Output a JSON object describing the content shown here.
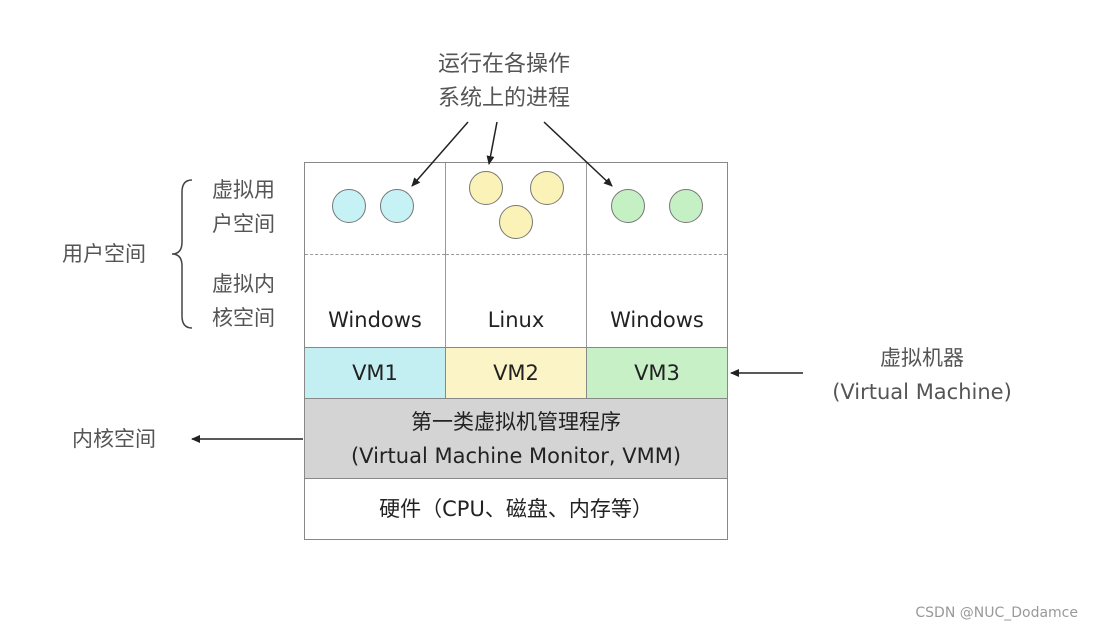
{
  "top_note": {
    "line1": "运行在各操作",
    "line2": "系统上的进程"
  },
  "left": {
    "virtual_user_space": {
      "line1": "虚拟用",
      "line2": "户空间"
    },
    "virtual_kernel_space": {
      "line1": "虚拟内",
      "line2": "核空间"
    },
    "user_space": "用户空间",
    "kernel_space": "内核空间"
  },
  "right": {
    "line1": "虚拟机器",
    "line2": "(Virtual Machine)"
  },
  "columns": [
    {
      "os": "Windows",
      "vm": "VM1"
    },
    {
      "os": "Linux",
      "vm": "VM2"
    },
    {
      "os": "Windows",
      "vm": "VM3"
    }
  ],
  "vmm": {
    "line1": "第一类虚拟机管理程序",
    "line2": "(Virtual Machine Monitor, VMM)"
  },
  "hardware": "硬件（CPU、磁盘、内存等）",
  "watermark": "CSDN @NUC_Dodamce",
  "colors": {
    "cyan": "#c3eff3",
    "yellow": "#fbf4c6",
    "green": "#c7f0c6",
    "vmm_gray": "#d4d4d4"
  }
}
